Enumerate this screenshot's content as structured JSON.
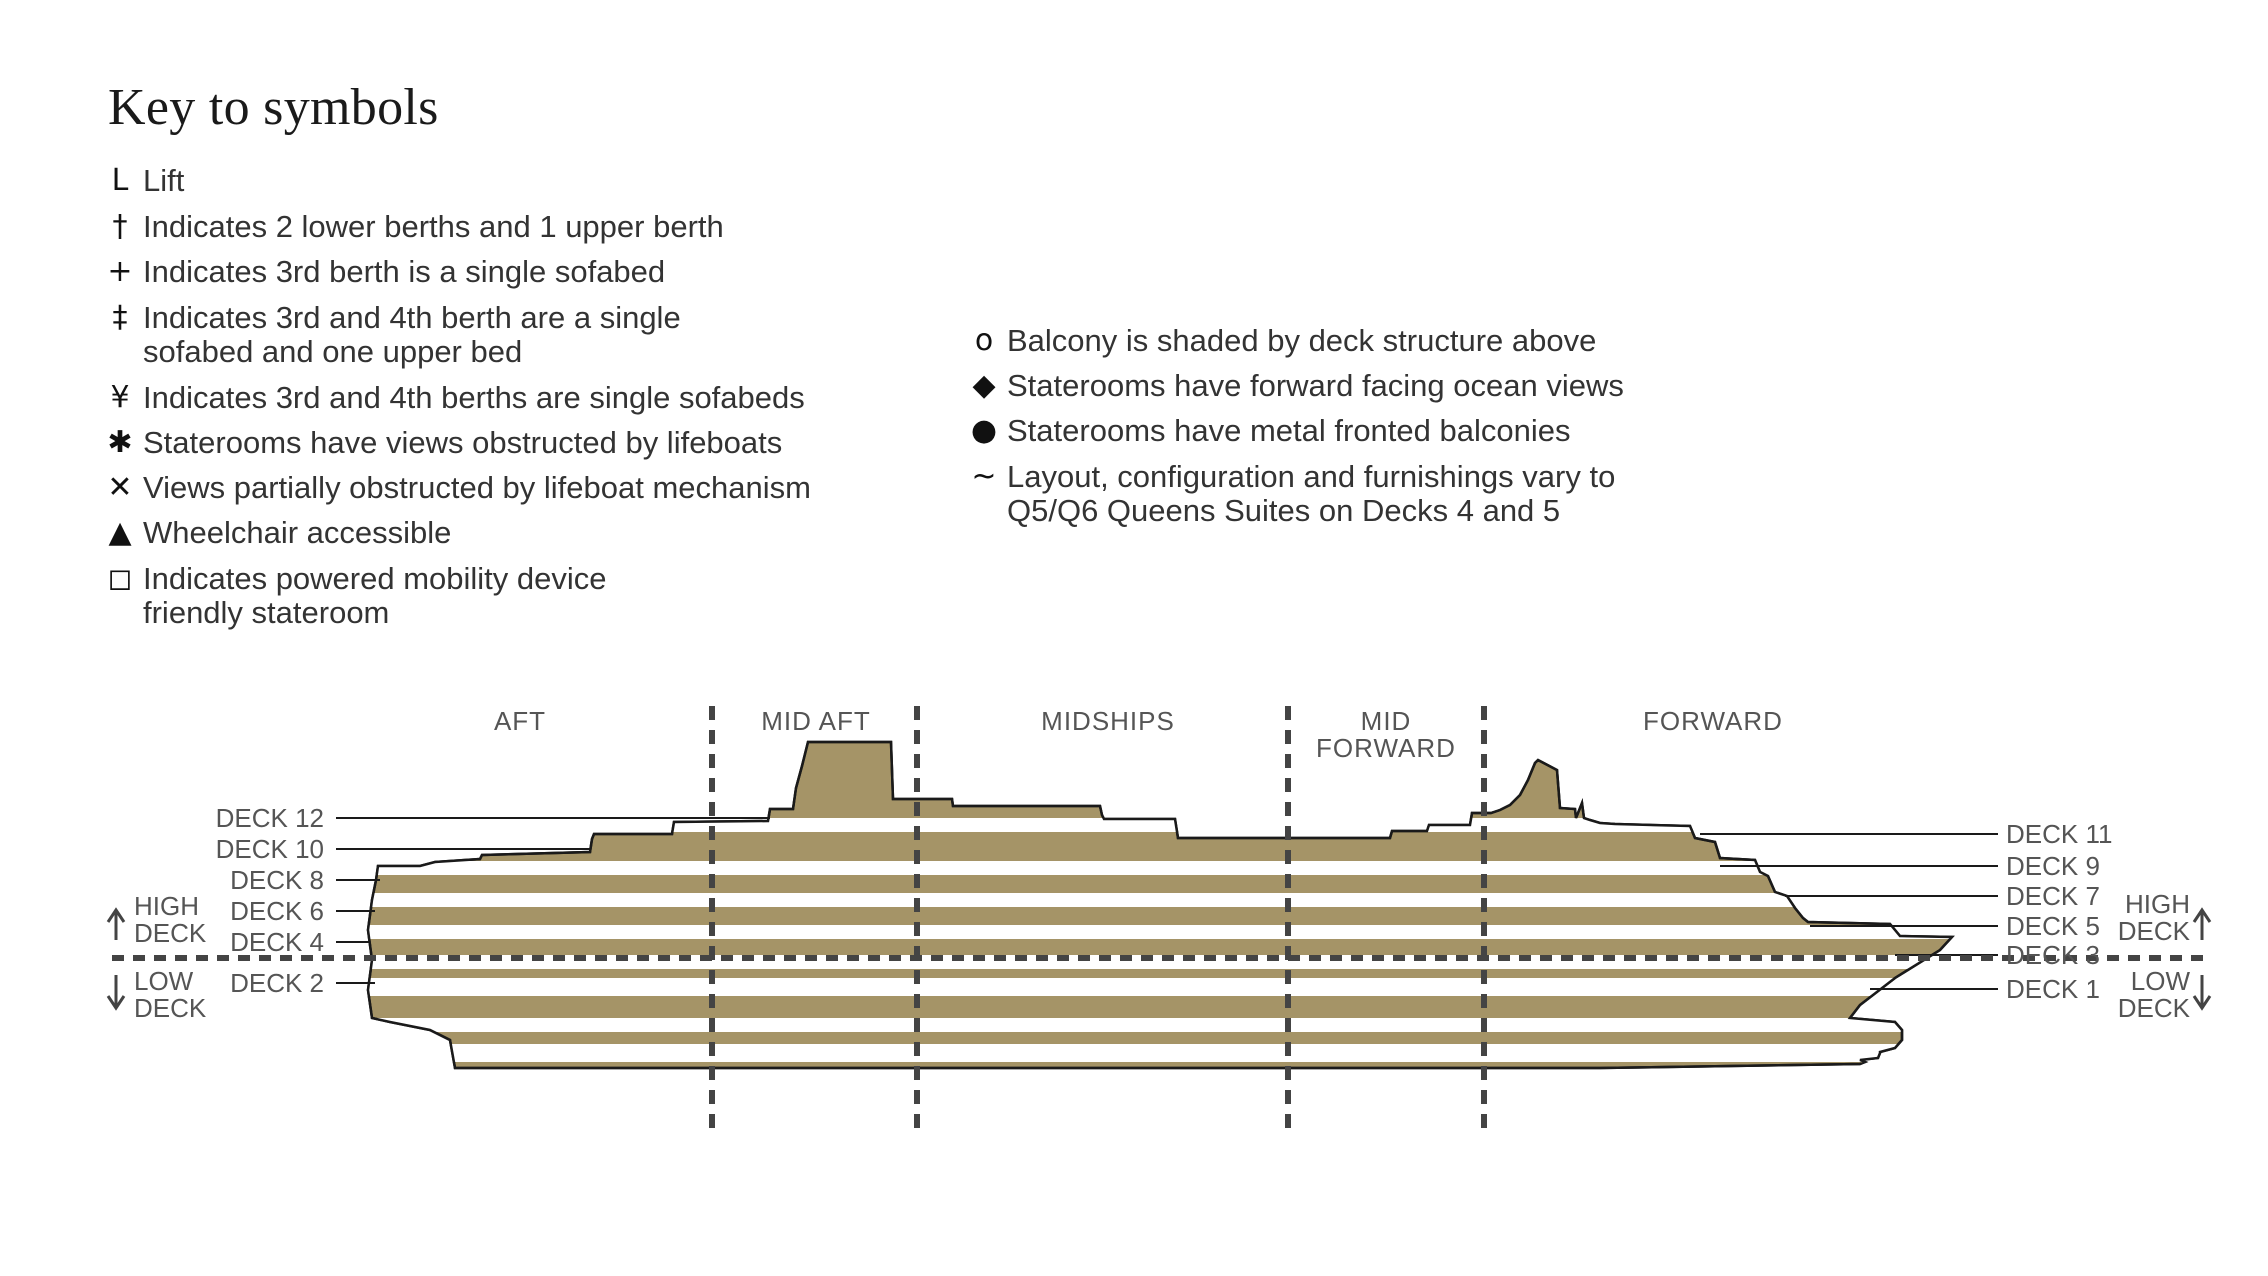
{
  "key_title": "Key to symbols",
  "key_left": [
    {
      "icon": "lift-icon",
      "symbol": "L",
      "lines": [
        "Lift"
      ]
    },
    {
      "icon": "dagger-icon",
      "symbol": "†",
      "lines": [
        "Indicates 2 lower berths and 1 upper berth"
      ]
    },
    {
      "icon": "plus-icon",
      "symbol": "+",
      "lines": [
        "Indicates 3rd berth is a single sofabed"
      ]
    },
    {
      "icon": "double-dagger-icon",
      "symbol": "‡",
      "lines": [
        "Indicates 3rd and 4th berth are a single",
        "sofabed and one upper bed"
      ]
    },
    {
      "icon": "yen-icon",
      "symbol": "¥",
      "lines": [
        "Indicates 3rd and 4th berths are single sofabeds"
      ]
    },
    {
      "icon": "asterisk-icon",
      "symbol": "✱",
      "lines": [
        "Staterooms have views obstructed by lifeboats"
      ]
    },
    {
      "icon": "cross-icon",
      "symbol": "✕",
      "lines": [
        "Views partially obstructed by lifeboat mechanism"
      ]
    },
    {
      "icon": "triangle-icon",
      "symbol": "▲",
      "lines": [
        "Wheelchair accessible"
      ]
    },
    {
      "icon": "square-icon",
      "symbol": "◻",
      "lines": [
        "Indicates powered mobility device",
        "friendly stateroom"
      ]
    }
  ],
  "key_right": [
    {
      "icon": "circle-outline-icon",
      "symbol": "o",
      "lines": [
        "Balcony is shaded by deck structure above"
      ]
    },
    {
      "icon": "diamond-icon",
      "symbol": "◆",
      "lines": [
        "Staterooms have forward facing ocean views"
      ]
    },
    {
      "icon": "dot-icon",
      "symbol": "●",
      "lines": [
        "Staterooms have metal fronted balconies"
      ]
    },
    {
      "icon": "tilde-icon",
      "symbol": "~",
      "lines": [
        "Layout, configuration and furnishings vary to",
        "Q5/Q6 Queens Suites on Decks 4 and 5"
      ]
    }
  ],
  "sections": [
    "AFT",
    "MID AFT",
    "MIDSHIPS",
    "MID FORWARD",
    "FORWARD"
  ],
  "decks_left": [
    "DECK 12",
    "DECK 10",
    "DECK 8",
    "DECK 6",
    "DECK 4",
    "DECK 2"
  ],
  "decks_right": [
    "DECK 11",
    "DECK 9",
    "DECK 7",
    "DECK 5",
    "DECK 3",
    "DECK 1"
  ],
  "high_deck": "HIGH DECK",
  "low_deck": "LOW DECK",
  "colors": {
    "hull": "#a59467",
    "stripe": "#ffffff",
    "outline": "#1a1a1a",
    "divider": "#444444",
    "text": "#555555"
  }
}
